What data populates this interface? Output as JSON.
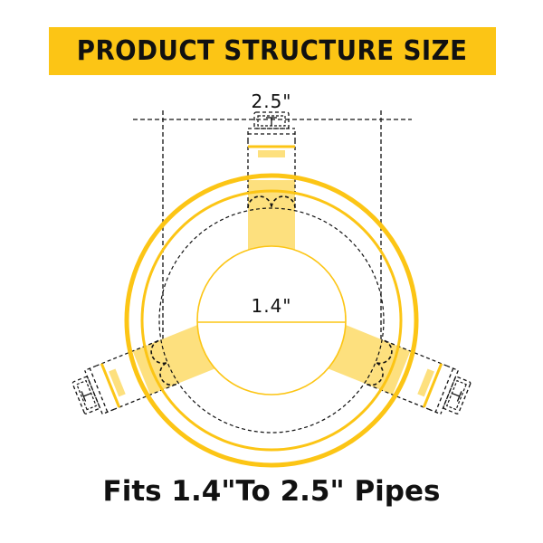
{
  "header": {
    "title": "PRODUCT STRUCTURE SIZE",
    "background_color": "#fcc515"
  },
  "diagram": {
    "outer_dimension_label": "2.5\"",
    "inner_dimension_label": "1.4\"",
    "colors": {
      "ring": "#fcc515",
      "arm_fill": "#fde07e",
      "dashed_lines": "#111111"
    },
    "arm_count": 3
  },
  "caption": {
    "text": "Fits 1.4\"To 2.5\" Pipes"
  }
}
